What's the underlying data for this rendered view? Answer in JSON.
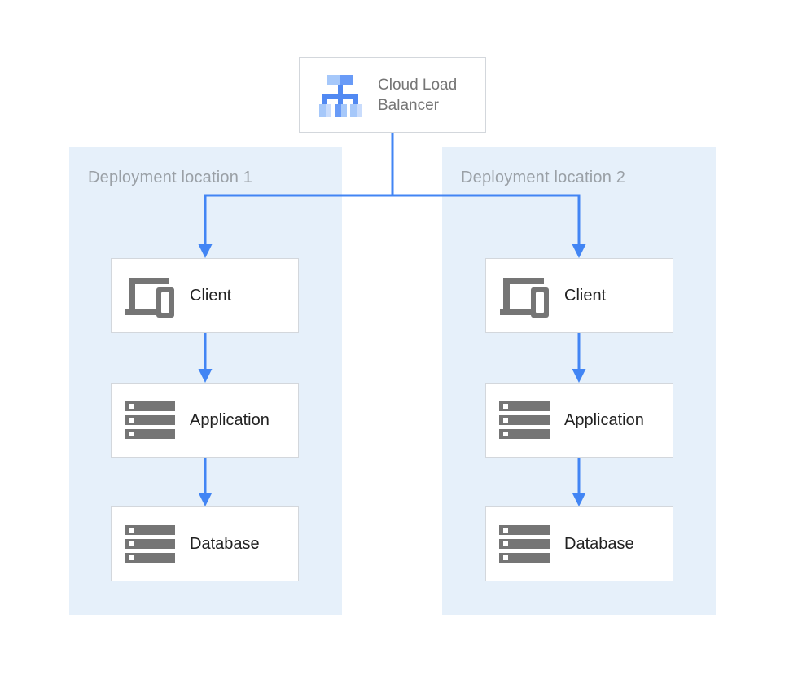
{
  "load_balancer": {
    "label": "Cloud Load Balancer",
    "icon": "load-balancer-icon"
  },
  "locations": [
    {
      "label": "Deployment location 1",
      "nodes": [
        {
          "label": "Client",
          "icon": "client-devices-icon"
        },
        {
          "label": "Application",
          "icon": "server-stack-icon"
        },
        {
          "label": "Database",
          "icon": "server-stack-icon"
        }
      ]
    },
    {
      "label": "Deployment location 2",
      "nodes": [
        {
          "label": "Client",
          "icon": "client-devices-icon"
        },
        {
          "label": "Application",
          "icon": "server-stack-icon"
        },
        {
          "label": "Database",
          "icon": "server-stack-icon"
        }
      ]
    }
  ],
  "colors": {
    "connector_blue": "#4285f4",
    "panel_blue": "#e6f0fa",
    "icon_gray": "#757575",
    "node_border": "#d3d7dc",
    "node_text": "#212121",
    "panel_label_gray": "#9aa0a6",
    "lb_text_gray": "#757575",
    "lb_icon_blue_mid": "#699bf7",
    "lb_icon_blue_light": "#a6c8fa",
    "lb_icon_blue_pale": "#c9dcfc",
    "lb_icon_blue_stem": "#5189f2"
  }
}
